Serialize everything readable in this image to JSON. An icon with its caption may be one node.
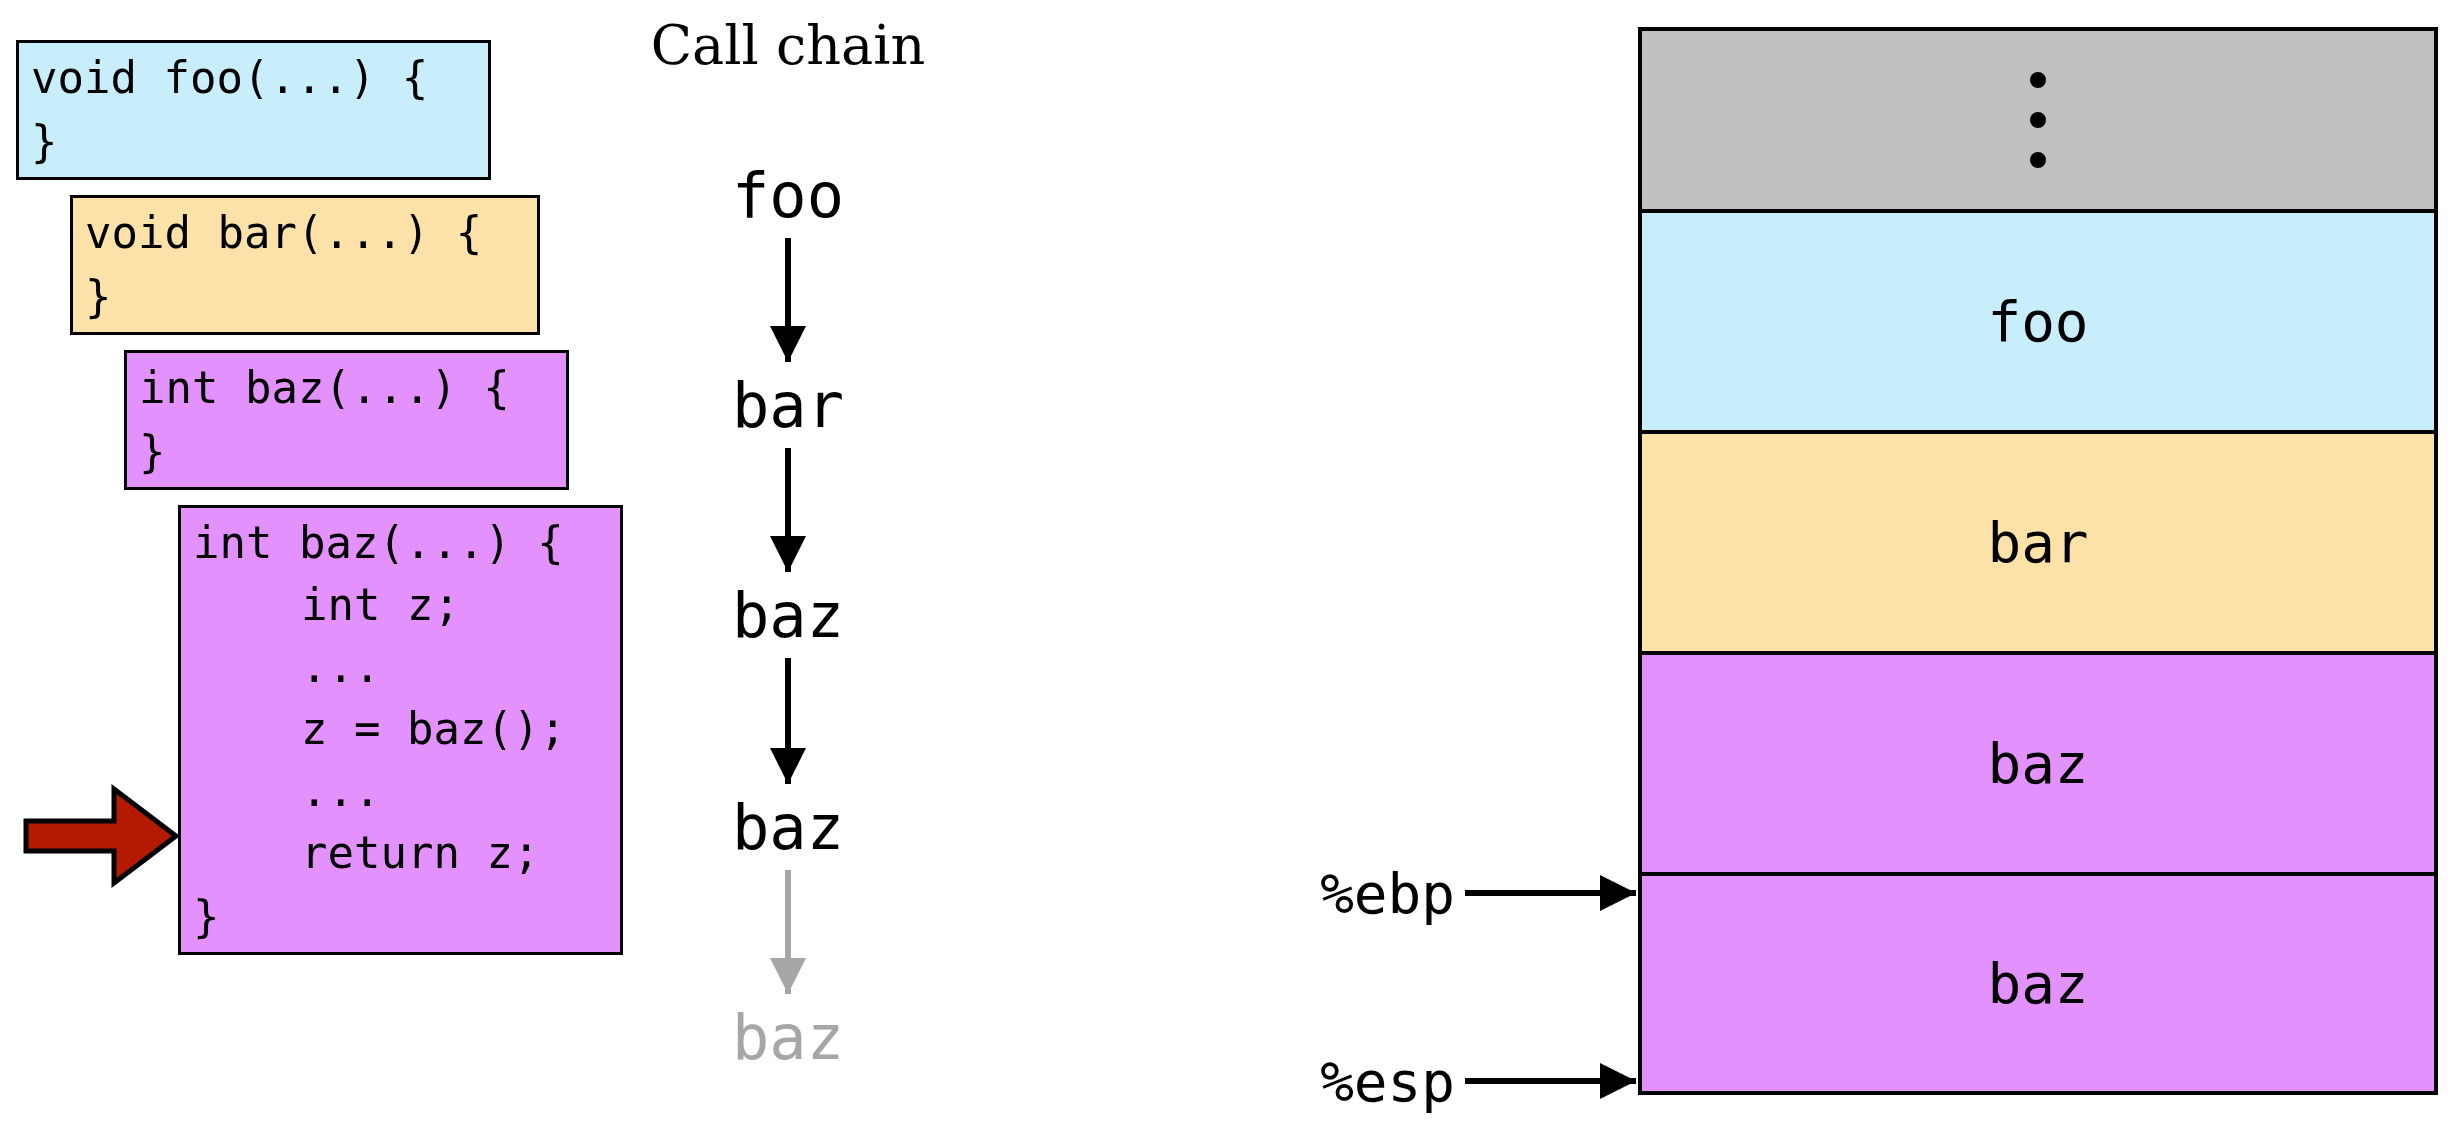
{
  "diagram": {
    "nodes": [
      {
        "text": [
          "void foo(...) {",
          "}"
        ]
      },
      {
        "text": [
          "void bar(...) {",
          "}"
        ]
      },
      {
        "text": [
          "int baz(...) {",
          "}"
        ]
      },
      {
        "text": [
          "int baz(...) {",
          "int z;",
          "...",
          "z = baz();",
          "...",
          "return z;",
          "}"
        ]
      },
      {
        "text": [
          "foo"
        ]
      },
      {
        "text": [
          "bar"
        ]
      },
      {
        "text": [
          "baz"
        ]
      },
      {
        "text": [
          "baz"
        ]
      },
      {
        "text": [
          "baz"
        ]
      },
      {
        "text": [],
        "shape": "box"
      },
      {
        "text": [
          "foo"
        ]
      },
      {
        "text": [
          "bar"
        ]
      },
      {
        "text": [
          "baz"
        ]
      },
      {
        "text": [
          "baz"
        ]
      },
      {
        "text": [
          "%ebp"
        ]
      },
      {
        "text": [
          "%esp"
        ]
      }
    ],
    "edges": [
      {
        "from": 4,
        "to": 5,
        "arrow": "to"
      },
      {
        "from": 5,
        "to": 6,
        "arrow": "to"
      },
      {
        "from": 6,
        "to": 7,
        "arrow": "to"
      },
      {
        "from": 7,
        "to": 8,
        "arrow": "to",
        "color": "#a6a6a6"
      },
      {
        "from": 14,
        "to": 13,
        "arrow": "to"
      },
      {
        "from": 15,
        "to": 13,
        "arrow": "to"
      },
      {
        "from": null,
        "to": 3,
        "arrow": "to",
        "style": "thick",
        "color": "#b31a00"
      }
    ],
    "labels": [
      "Call chain"
    ]
  }
}
